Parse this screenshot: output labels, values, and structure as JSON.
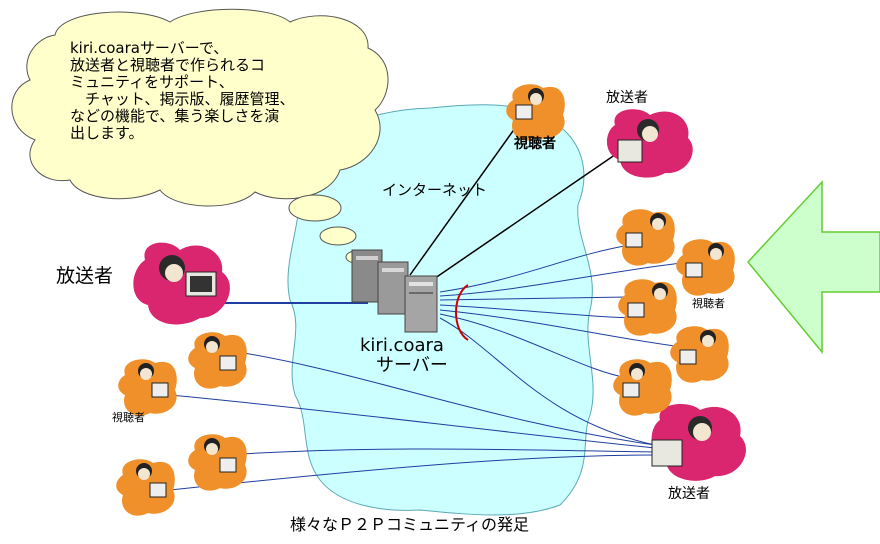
{
  "bubble": {
    "lines": [
      "kiri.coaraサーバーで、",
      "放送者と視聴者で作られるコ",
      "ミュニティをサポート、",
      "　チャット、掲示版、履歴管理、",
      "などの機能で、集う楽しさを演",
      "出します。"
    ]
  },
  "labels": {
    "internet": "インターネット",
    "server_name": "kiri.coara",
    "server_kind": "サーバー",
    "broadcaster_left": "放送者",
    "broadcaster_top": "放送者",
    "broadcaster_bottom": "放送者",
    "viewer_top": "視聴者",
    "viewer_right": "視聴者",
    "viewer_left": "視聴者",
    "caption": "様々なＰ２Ｐコミュニティの発足"
  },
  "colors": {
    "bubble_fill": "#ffffcc",
    "cloud_fill": "#ccffff",
    "arrow_fill": "#ccffcc",
    "arrow_stroke": "#66cc33",
    "connection_blue": "#1f3fa0",
    "broadcaster_bg": "#d9266e",
    "viewer_bg": "#f0902a",
    "signal_red": "#cc0000"
  }
}
